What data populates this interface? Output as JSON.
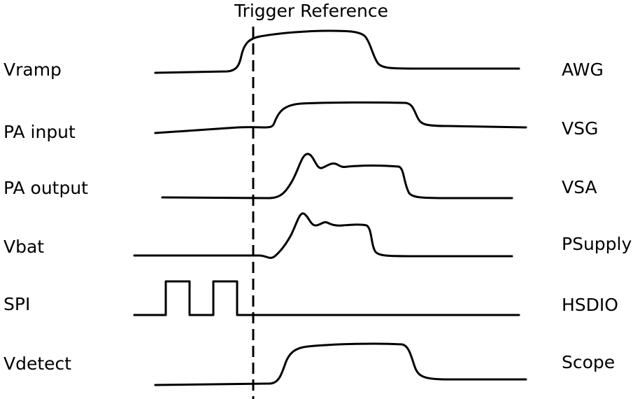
{
  "title": "Trigger Reference",
  "signals": [
    {
      "id": "vramp",
      "name": "Vramp",
      "instrument": "AWG"
    },
    {
      "id": "pa-input",
      "name": "PA input",
      "instrument": "VSG"
    },
    {
      "id": "pa-output",
      "name": "PA output",
      "instrument": "VSA"
    },
    {
      "id": "vbat",
      "name": "Vbat",
      "instrument": "PSupply"
    },
    {
      "id": "spi",
      "name": "SPI",
      "instrument": "HSDIO"
    },
    {
      "id": "vdetect",
      "name": "Vdetect",
      "instrument": "Scope"
    }
  ]
}
